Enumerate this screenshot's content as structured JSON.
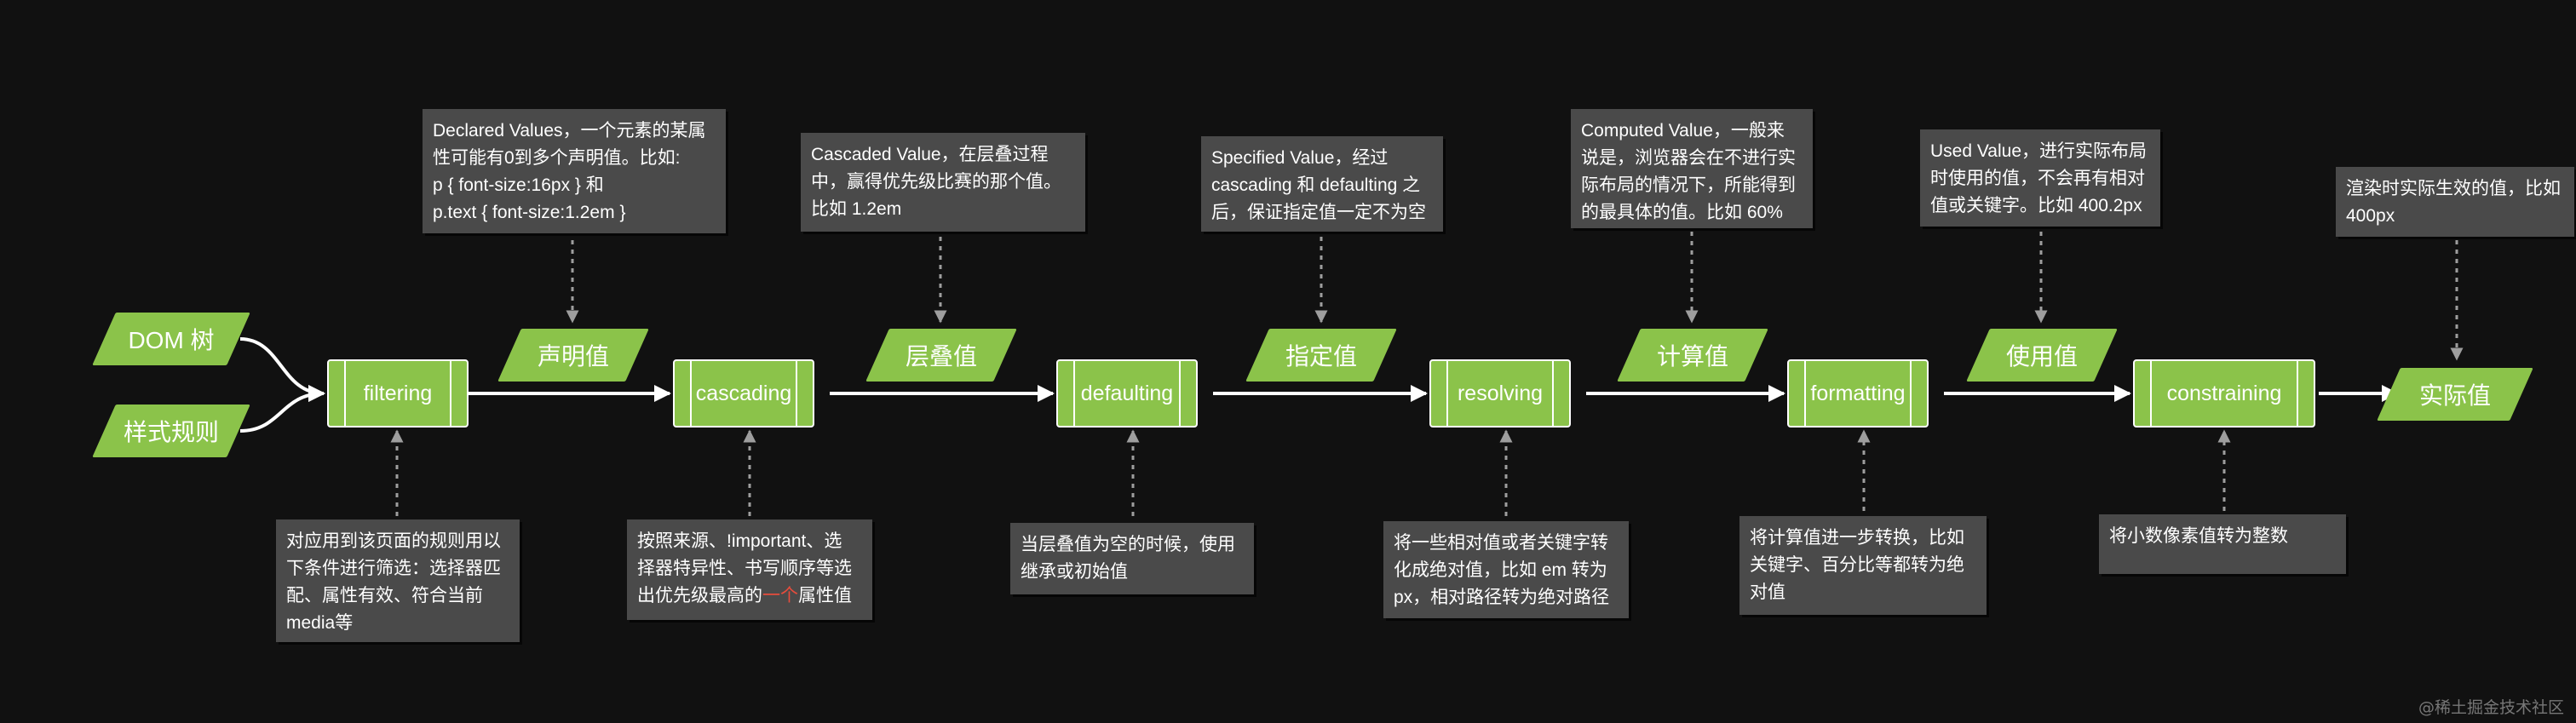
{
  "inputs": {
    "dom_tree": "DOM 树",
    "style_rules": "样式规则"
  },
  "steps": {
    "filtering": "filtering",
    "cascading": "cascading",
    "defaulting": "defaulting",
    "resolving": "resolving",
    "formatting": "formatting",
    "constraining": "constraining"
  },
  "values": {
    "declared": "声明值",
    "cascaded": "层叠值",
    "specified": "指定值",
    "computed": "计算值",
    "used": "使用值",
    "actual": "实际值"
  },
  "notes_top": {
    "declared": {
      "line1": "Declared Values，一个元素的某属",
      "line2": "性可能有0到多个声明值。比如:",
      "line3": "p { font-size:16px } 和",
      "line4": "p.text { font-size:1.2em }"
    },
    "cascaded": {
      "line1": "Cascaded Value，在层叠过程",
      "line2": "中，赢得优先级比赛的那个值。",
      "line3": "比如 1.2em"
    },
    "specified": {
      "line1": "Specified Value，经过",
      "line2": "cascading 和 defaulting 之",
      "line3": "后，保证指定值一定不为空"
    },
    "computed": {
      "line1": "Computed Value，一般来",
      "line2": "说是，浏览器会在不进行实",
      "line3": "际布局的情况下，所能得到",
      "line4": "的最具体的值。比如 60%"
    },
    "used": {
      "line1": "Used Value，进行实际布局",
      "line2": "时使用的值，不会再有相对",
      "line3": "值或关键字。比如 400.2px"
    },
    "actual": {
      "line1": "渲染时实际生效的值，比如",
      "line2": "400px"
    }
  },
  "notes_bottom": {
    "filtering": {
      "line1": "对应用到该页面的规则用以",
      "line2": "下条件进行筛选：选择器匹",
      "line3": "配、属性有效、符合当前",
      "line4": "media等"
    },
    "cascading": {
      "line1": "按照来源、!important、选",
      "line2": "择器特异性、书写顺序等选",
      "line3_a": "出优先级最高的",
      "line3_red": "一个",
      "line3_b": "属性值"
    },
    "defaulting": {
      "line1": "当层叠值为空的时候，使用",
      "line2": "继承或初始值"
    },
    "resolving": {
      "line1": "将一些相对值或者关键字转",
      "line2": "化成绝对值，比如 em 转为",
      "line3": "px，相对路径转为绝对路径"
    },
    "formatting": {
      "line1": "将计算值进一步转换，比如",
      "line2": "关键字、百分比等都转为绝",
      "line3": "对值"
    },
    "constraining": {
      "line1": "将小数像素值转为整数"
    }
  },
  "watermark": "@稀土掘金技术社区",
  "colors": {
    "background": "#111111",
    "node_green": "#8bc34a",
    "note_gray": "#4a4a4a",
    "connector_gray": "#9e9e9e",
    "highlight_red": "#e74c3c"
  }
}
